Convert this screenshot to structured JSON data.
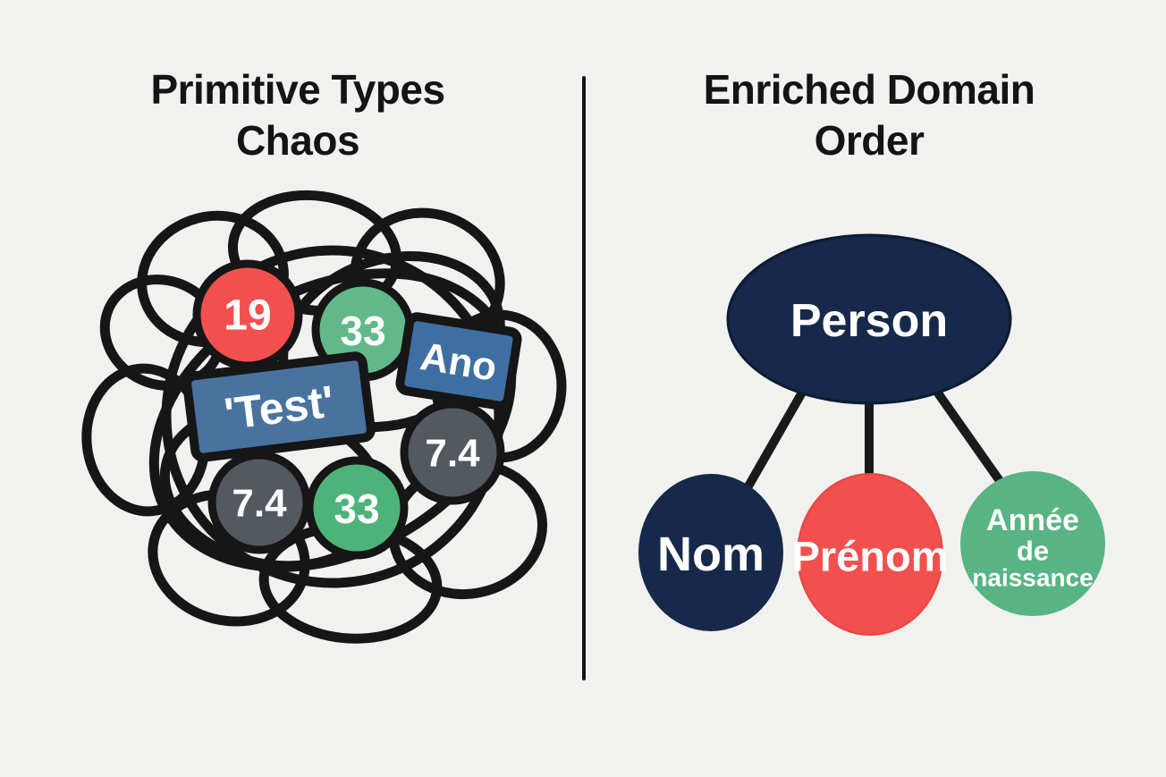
{
  "left": {
    "title_line1": "Primitive Types",
    "title_line2": "Chaos",
    "nodes": {
      "int_red": "19",
      "int_green_top": "33",
      "string_ano": "Ano",
      "string_test": "'Test'",
      "float_gray_right": "7.4",
      "float_gray_left": "7.4",
      "int_green_bottom": "33"
    }
  },
  "right": {
    "title_line1": "Enriched Domain",
    "title_line2": "Order",
    "root": "Person",
    "child_nom": "Nom",
    "child_prenom": "Prénom",
    "child_annee_line1": "Année",
    "child_annee_line2": "de",
    "child_annee_line3": "naissance"
  },
  "colors": {
    "background": "#f1f1ef",
    "ink": "#161616",
    "red": "#f2504f",
    "green_light": "#61b989",
    "green_dark": "#4db379",
    "blue_test": "#48739f",
    "blue_ano": "#3d6fa3",
    "gray": "#54585f",
    "navy": "#16294a"
  }
}
